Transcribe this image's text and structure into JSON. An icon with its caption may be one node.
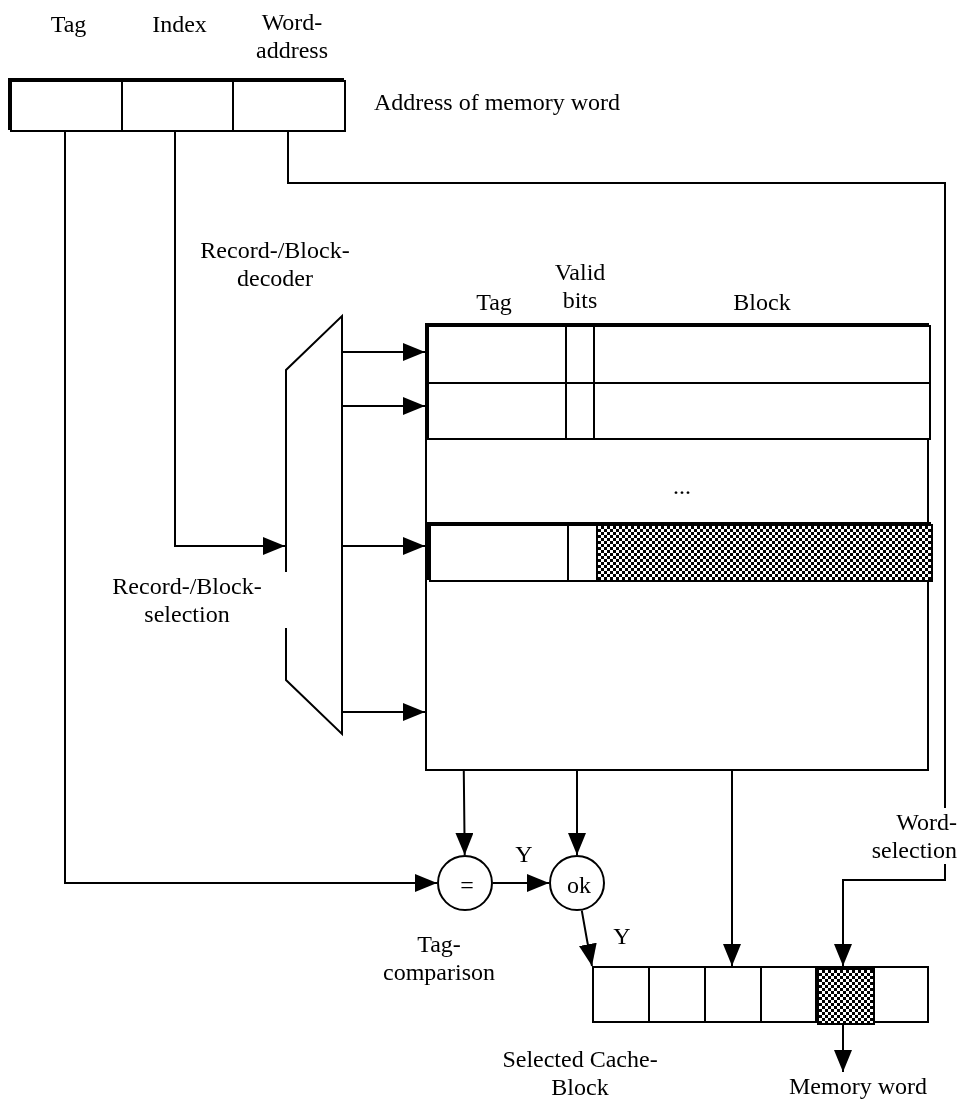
{
  "diagram": {
    "nodes": [
      {
        "text": [
          "Address of memory word"
        ]
      },
      {
        "text": [
          "Tag"
        ],
        "in": 0
      },
      {
        "text": [
          "Index"
        ],
        "in": 0
      },
      {
        "text": [
          "Word-address"
        ],
        "in": 0
      },
      {
        "text": [
          "Record-/Block-decoder"
        ]
      },
      {
        "text": [
          "Tag",
          "Valid bits",
          "Block",
          "..."
        ]
      },
      {
        "text": [],
        "shape": "box",
        "in": 5
      },
      {
        "text": [],
        "shape": "box",
        "in": 5
      },
      {
        "text": [],
        "shape": "box",
        "in": 5
      },
      {
        "text": [],
        "shape": "box",
        "in": 8
      },
      {
        "text": [],
        "shape": "box",
        "in": 8
      },
      {
        "text": [],
        "shape": "box",
        "in": 8
      },
      {
        "text": [
          "="
        ],
        "beside": [
          "Tag-comparison"
        ]
      },
      {
        "text": [
          "ok"
        ]
      },
      {
        "text": [
          "Selected Cache-Block"
        ]
      },
      {
        "text": [],
        "shape": "box",
        "in": 14
      },
      {
        "text": [
          "Memory word"
        ]
      }
    ],
    "edges": [
      {
        "from": 1,
        "to": 12,
        "arrow": "to"
      },
      {
        "from": 2,
        "to": 4,
        "arrow": "to",
        "label": "Record-/Block-selection"
      },
      {
        "from": 3,
        "to": 15,
        "arrow": "to",
        "label": "Word-selection"
      },
      {
        "from": 4,
        "to": 6,
        "arrow": "to"
      },
      {
        "from": 4,
        "to": 7,
        "arrow": "to"
      },
      {
        "from": 4,
        "to": 9,
        "arrow": "to"
      },
      {
        "from": 4,
        "to": 5,
        "arrow": "to"
      },
      {
        "from": 9,
        "to": 12,
        "arrow": "to"
      },
      {
        "from": 10,
        "to": 13,
        "arrow": "to"
      },
      {
        "from": 11,
        "to": 14,
        "arrow": "to"
      },
      {
        "from": 12,
        "to": 13,
        "arrow": "to",
        "label": "Y"
      },
      {
        "from": 13,
        "to": 14,
        "arrow": "to",
        "label": "Y"
      },
      {
        "from": 15,
        "to": 16,
        "arrow": "to"
      }
    ]
  }
}
